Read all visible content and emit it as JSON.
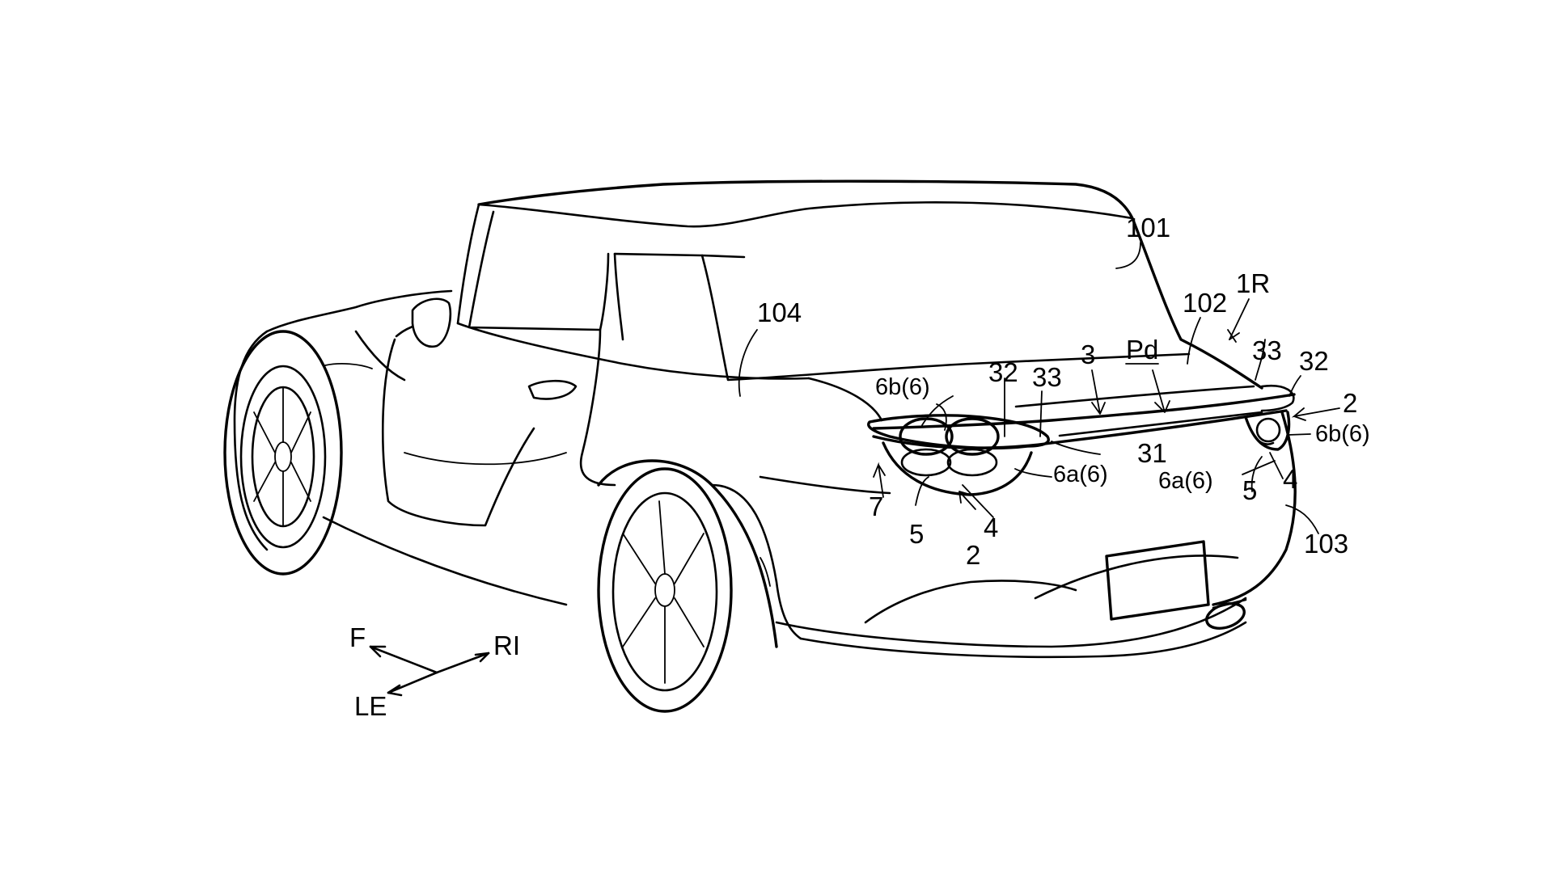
{
  "figure": {
    "type": "patent-drawing",
    "subject": "vehicle rear perspective view with tail lamps and rear spoiler",
    "labels": {
      "roof": "101",
      "trunk_lid": "102",
      "rear_bumper": "103",
      "rear_fender": "104",
      "vehicle_rear": "1R",
      "spoiler": "3",
      "spoiler_body": "31",
      "spoiler_end": "32",
      "spoiler_tip": "33",
      "pd": "Pd",
      "lamp_left": "2",
      "lamp_right": "2",
      "lamp_housing_left": "4",
      "lamp_housing_right": "4",
      "lens_left": "5",
      "lens_right": "5",
      "light_6a_left": "6a(6)",
      "light_6a_right": "6a(6)",
      "light_6b_left": "6b(6)",
      "light_6b_right": "6b(6)",
      "part_7": "7",
      "end_32_left": "32",
      "end_32_right": "32",
      "tip_33_left": "33",
      "tip_33_right": "33"
    },
    "direction_legend": {
      "front": "F",
      "right": "RI",
      "left": "LE"
    }
  }
}
